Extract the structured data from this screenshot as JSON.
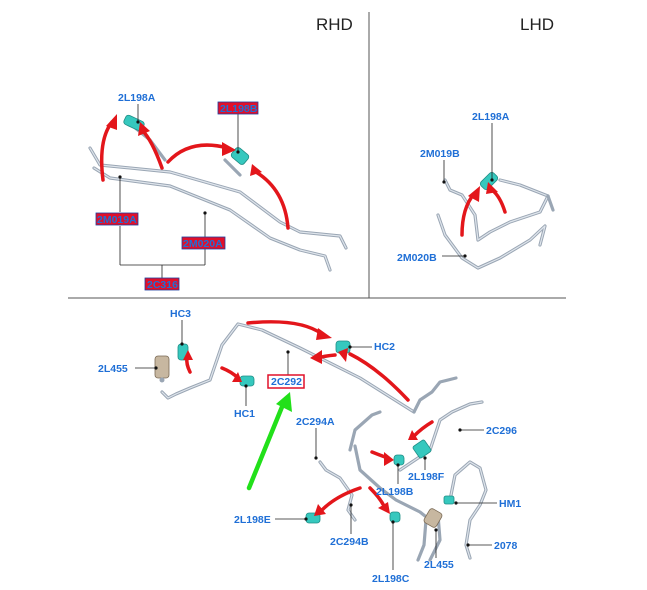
{
  "sections": {
    "rhd": "RHD",
    "lhd": "LHD"
  },
  "rhd_labels": {
    "l1": "2L198A",
    "l2": "2L198B",
    "l3": "2M019A",
    "l4": "2M020A",
    "l5": "2C316"
  },
  "lhd_labels": {
    "l1": "2L198A",
    "l2": "2M019B",
    "l3": "2M020B"
  },
  "bottom_labels": {
    "hc3": "HC3",
    "hc2": "HC2",
    "l2l455a": "2L455",
    "hc1": "HC1",
    "c2c292": "2C292",
    "c2c294a": "2C294A",
    "c2c296": "2C296",
    "l2l198f": "2L198F",
    "l2l198b": "2L198B",
    "hm1": "HM1",
    "l2l198e": "2L198E",
    "c2c294b": "2C294B",
    "n2078": "2078",
    "l2l455b": "2L455",
    "l2l198c": "2L198C"
  },
  "colors": {
    "label": "#1f6fd6",
    "arrow_red": "#e3161b",
    "arrow_green": "#22e01a",
    "connector": "#36c8be",
    "tube": "#9aa6b4",
    "highlight_fill": "#e0102a",
    "highlight_border": "#1f3fa0"
  }
}
